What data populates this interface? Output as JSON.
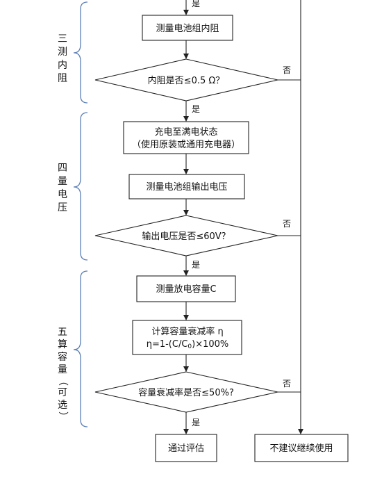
{
  "sections": [
    {
      "id": "three",
      "chars": [
        "三",
        "测",
        "内",
        "阻"
      ]
    },
    {
      "id": "four",
      "chars": [
        "四",
        "量",
        "电",
        "压"
      ]
    },
    {
      "id": "five",
      "chars": [
        "五",
        "算",
        "容",
        "量",
        "（",
        "可",
        "选",
        "）"
      ]
    }
  ],
  "nodes": {
    "measure_resistance": "测量电池组内阻",
    "resistance_check": "内阻是否≤0.5 Ω？",
    "charge_full": "充电至满电状态",
    "charge_note": "（使用原装或通用充电器）",
    "measure_voltage": "测量电池组输出电压",
    "voltage_check": "输出电压是否≤60V？",
    "measure_capacity": "测量放电容量C",
    "calc_decay": "计算容量衰减率 η",
    "decay_formula_prefix": "η=1-(C/C",
    "decay_formula_sub": "0",
    "decay_formula_suffix": ")×100%",
    "decay_check": "容量衰减率是否≤50%?",
    "pass": "通过评估",
    "not_recommended": "不建议继续使用"
  },
  "labels": {
    "yes": "是",
    "no": "否"
  }
}
